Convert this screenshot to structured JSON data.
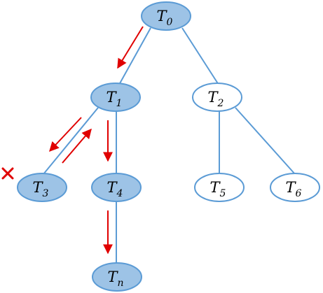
{
  "colors": {
    "edge": "#5b9bd5",
    "node_filled": "#9dc3e6",
    "node_empty": "#ffffff",
    "node_stroke": "#5b9bd5",
    "arrow": "#e00000",
    "marker": "#e00000"
  },
  "nodes": [
    {
      "id": "T0",
      "base": "T",
      "sub": "0",
      "filled": true
    },
    {
      "id": "T1",
      "base": "T",
      "sub": "1",
      "filled": true
    },
    {
      "id": "T2",
      "base": "T",
      "sub": "2",
      "filled": false
    },
    {
      "id": "T3",
      "base": "T",
      "sub": "3",
      "filled": true
    },
    {
      "id": "T4",
      "base": "T",
      "sub": "4",
      "filled": true
    },
    {
      "id": "T5",
      "base": "T",
      "sub": "5",
      "filled": false
    },
    {
      "id": "T6",
      "base": "T",
      "sub": "6",
      "filled": false
    },
    {
      "id": "Tn",
      "base": "T",
      "sub": "n",
      "filled": true
    }
  ],
  "edges": [
    {
      "from": "T0",
      "to": "T1"
    },
    {
      "from": "T0",
      "to": "T2"
    },
    {
      "from": "T1",
      "to": "T3"
    },
    {
      "from": "T1",
      "to": "T4"
    },
    {
      "from": "T2",
      "to": "T5"
    },
    {
      "from": "T2",
      "to": "T6"
    },
    {
      "from": "T4",
      "to": "Tn"
    }
  ],
  "traversal_arrows": [
    {
      "from": "T0",
      "to": "T1"
    },
    {
      "from": "T1",
      "to": "T3"
    },
    {
      "from": "T3",
      "to": "T1"
    },
    {
      "from": "T1",
      "to": "T4"
    },
    {
      "from": "T4",
      "to": "Tn"
    }
  ],
  "pruned_marker": {
    "node": "T3",
    "symbol": "cross-icon"
  }
}
